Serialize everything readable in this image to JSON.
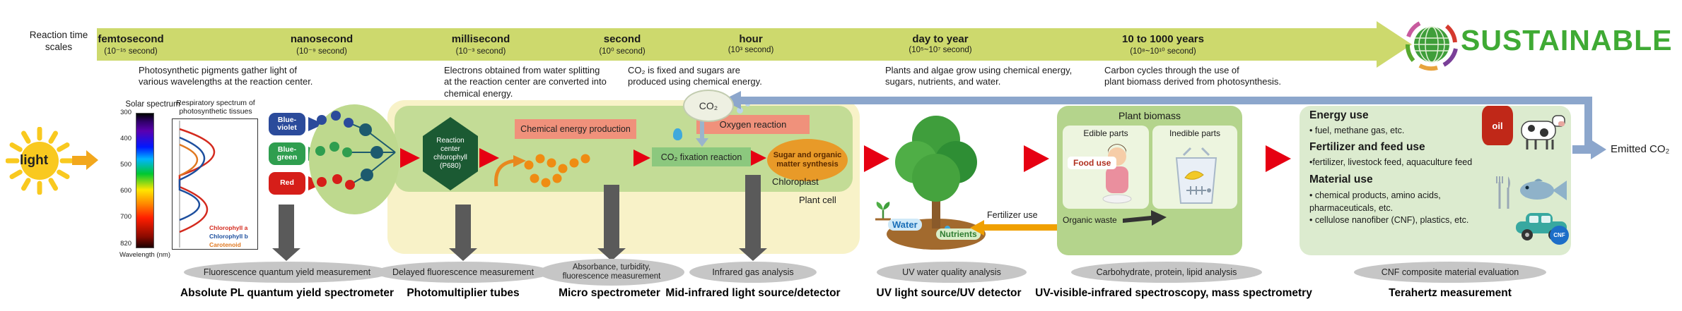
{
  "colors": {
    "timeline_green": "#cdd96d",
    "sustainable_green": "#3faa34",
    "flow_red": "#e60012",
    "salmon_box": "#f0917b",
    "fixation_green": "#8cc87e",
    "sugar_orange": "#e89a28",
    "cell_yellow": "#f8f2c8",
    "chloroplast_green": "#c3dc96",
    "biomass_green": "#b4d48c",
    "uses_panel_green": "#dcebcf",
    "co2_arrow_blue": "#8ca6cc",
    "measure_gray": "#c6c6c6"
  },
  "timeline": {
    "label": "Reaction time\nscales",
    "points": [
      {
        "name": "femtosecond",
        "exp": "(10⁻¹⁵ second)"
      },
      {
        "name": "nanosecond",
        "exp": "(10⁻⁹ second)"
      },
      {
        "name": "millisecond",
        "exp": "(10⁻³ second)"
      },
      {
        "name": "second",
        "exp": "(10⁰ second)"
      },
      {
        "name": "hour",
        "exp": "(10³ second)"
      },
      {
        "name": "day to year",
        "exp": "(10⁵~10⁷ second)"
      },
      {
        "name": "10 to 1000 years",
        "exp": "(10⁸~10¹⁰ second)"
      }
    ],
    "sustainable": "SUSTAINABLE"
  },
  "descriptions": [
    "Photosynthetic pigments gather light of\nvarious wavelengths at the reaction center.",
    "Electrons obtained from water splitting\nat the reaction center are converted into\nchemical energy.",
    "CO₂ is fixed and sugars are\nproduced using chemical energy.",
    "Plants and algae grow using chemical energy,\nsugars, nutrients, and water.",
    "Carbon cycles through the use of\nplant biomass derived from photosynthesis."
  ],
  "spectrum": {
    "light_label": "light",
    "solar_title": "Solar spectrum",
    "resp_title": "Respiratory spectrum of photosynthetic tissues",
    "wavelength_ticks": [
      "300",
      "400",
      "500",
      "600",
      "700",
      "820"
    ],
    "wavelength_label": "Wavelength (nm)",
    "legend": [
      {
        "label": "Chlorophyll a",
        "color": "#d42a1e"
      },
      {
        "label": "Chlorophyll b",
        "color": "#1d4f9e"
      },
      {
        "label": "Carotenoid",
        "color": "#e07820"
      }
    ],
    "bands": [
      {
        "label": "Blue-violet",
        "color": "#2b4b9b"
      },
      {
        "label": "Blue-green",
        "color": "#2f9e4f"
      },
      {
        "label": "Red",
        "color": "#d61e19"
      }
    ]
  },
  "photosynthesis": {
    "reaction_center": "Reaction center chlorophyll (P680)",
    "chemical_energy": "Chemical energy production",
    "oxygen_reaction": "Oxygen reaction",
    "co2_fixation": "CO₂ fixation reaction",
    "sugar_synthesis": "Sugar and organic matter synthesis",
    "co2": "CO₂",
    "chloroplast": "Chloroplast",
    "plant_cell": "Plant cell"
  },
  "growth": {
    "water": "Water",
    "nutrients": "Nutrients",
    "fertilizer_use": "Fertilizer use"
  },
  "biomass": {
    "title": "Plant biomass",
    "edible": "Edible parts",
    "inedible": "Inedible parts",
    "food_use": "Food use",
    "organic_waste": "Organic waste"
  },
  "uses": {
    "energy_title": "Energy use",
    "energy_items": "• fuel, methane gas, etc.",
    "feed_title": "Fertilizer and feed use",
    "feed_items": "•fertilizer, livestock feed, aquaculture feed",
    "material_title": "Material use",
    "material_items": "• chemical products, amino acids,\n  pharmaceuticals, etc.\n• cellulose nanofiber (CNF), plastics, etc.",
    "oil_label": "oil",
    "cnf_label": "CNF",
    "emitted_co2": "Emitted CO₂"
  },
  "measurements": [
    {
      "method": "Fluorescence quantum yield measurement",
      "instrument": "Absolute PL quantum yield spectrometer"
    },
    {
      "method": "Delayed fluorescence measurement",
      "instrument": "Photomultiplier tubes"
    },
    {
      "method": "Absorbance, turbidity,\nfluorescence measurement",
      "instrument": "Micro spectrometer"
    },
    {
      "method": "Infrared gas analysis",
      "instrument": "Mid-infrared light source/detector"
    },
    {
      "method": "UV water quality analysis",
      "instrument": "UV light source/UV detector"
    },
    {
      "method": "Carbohydrate, protein, lipid analysis",
      "instrument": "UV-visible-infrared spectroscopy, mass spectrometry"
    },
    {
      "method": "CNF composite material evaluation",
      "instrument": "Terahertz measurement"
    }
  ]
}
